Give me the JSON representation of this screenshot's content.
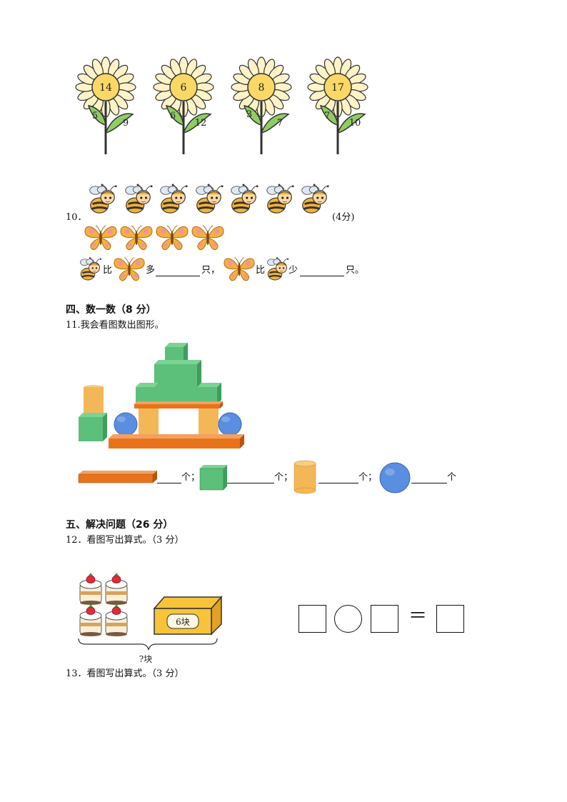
{
  "flowers": [
    {
      "center": "14",
      "left": "5",
      "right": "9"
    },
    {
      "center": "6",
      "left": "6",
      "right": "12"
    },
    {
      "center": "8",
      "left": "3",
      "right": "7"
    },
    {
      "center": "17",
      "left": "7",
      "right": "10"
    }
  ],
  "q10": {
    "number": "10．",
    "score": "(4分)",
    "bee_count": 7,
    "butterfly_count": 4,
    "bi": "比",
    "duo": "多",
    "zhi1": "只，",
    "bi2": "比",
    "shao": "少",
    "zhi2": "只。"
  },
  "section4": {
    "title": "四、数一数（8 分）"
  },
  "q11": {
    "text": "11.我会看图数出图形。",
    "unit1": "个；",
    "unit2": "个；",
    "unit3": "个；",
    "unit4": "个"
  },
  "section5": {
    "title": "五、解决问题（26 分）"
  },
  "q12": {
    "text": "12．看图写出算式。（3 分）",
    "box_label": "6块",
    "total_label": "?块",
    "equals": "＝"
  },
  "q13": {
    "text": "13．看图写出算式。（3 分）"
  },
  "colors": {
    "petal": "#fdf3c7",
    "flower_center": "#f9d866",
    "leaf": "#8fcd62",
    "stem": "#3a3a3a",
    "cuboid_green": "#5cbf7a",
    "cylinder_orange": "#f4b757",
    "plank": "#e8731a",
    "sphere": "#5a8ee0"
  }
}
